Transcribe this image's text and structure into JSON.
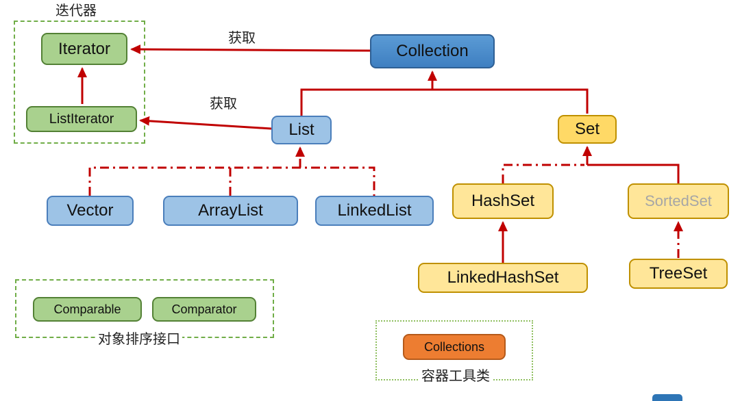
{
  "groups": {
    "iterator": "迭代器",
    "sorting": "对象排序接口",
    "utility": "容器工具类"
  },
  "edge_labels": {
    "collection_get": "获取",
    "list_get": "获取"
  },
  "nodes": {
    "collection": "Collection",
    "iterator": "Iterator",
    "listIterator": "ListIterator",
    "list": "List",
    "set": "Set",
    "vector": "Vector",
    "arrayList": "ArrayList",
    "linkedList": "LinkedList",
    "hashSet": "HashSet",
    "sortedSet": "SortedSet",
    "linkedHashSet": "LinkedHashSet",
    "treeSet": "TreeSet",
    "comparable": "Comparable",
    "comparator": "Comparator",
    "collections": "Collections"
  },
  "colors": {
    "arrow": "#c00000",
    "blue_dark": "#4a8fcf",
    "blue_light": "#9dc3e6",
    "green": "#a9d18e",
    "yellow": "#ffd966",
    "yellow_light": "#ffe699",
    "orange": "#ed7d31",
    "group_border": "#70ad47"
  }
}
